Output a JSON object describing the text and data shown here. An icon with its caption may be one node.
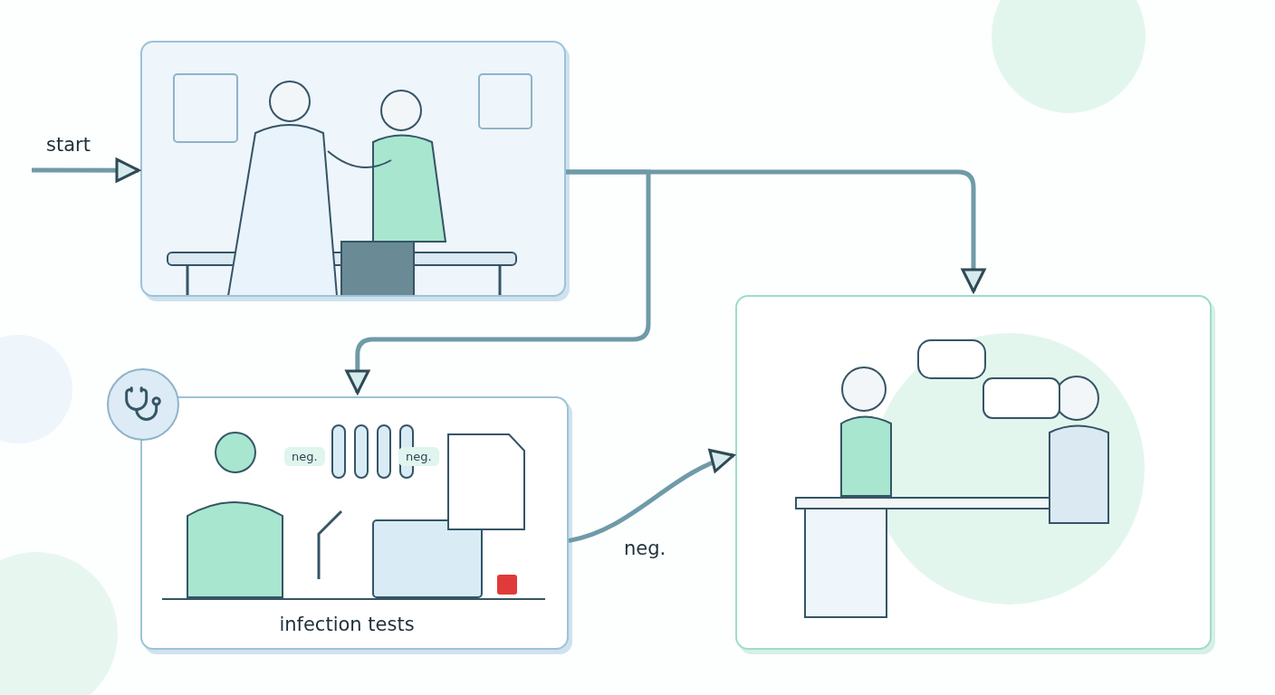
{
  "diagram": {
    "nodes": [
      {
        "text": [],
        "shape": "picture"
      },
      {
        "text": [
          "neg.",
          "neg.",
          "infection tests"
        ]
      },
      {
        "text": [],
        "shape": "picture"
      }
    ],
    "edges": [
      {
        "from": null,
        "to": 0,
        "arrow": "to",
        "label": "start"
      },
      {
        "from": 0,
        "to": 2,
        "arrow": "to"
      },
      {
        "from": 0,
        "to": 1,
        "arrow": "to"
      },
      {
        "from": 1,
        "to": 2,
        "arrow": "to",
        "label": "neg."
      }
    ]
  }
}
